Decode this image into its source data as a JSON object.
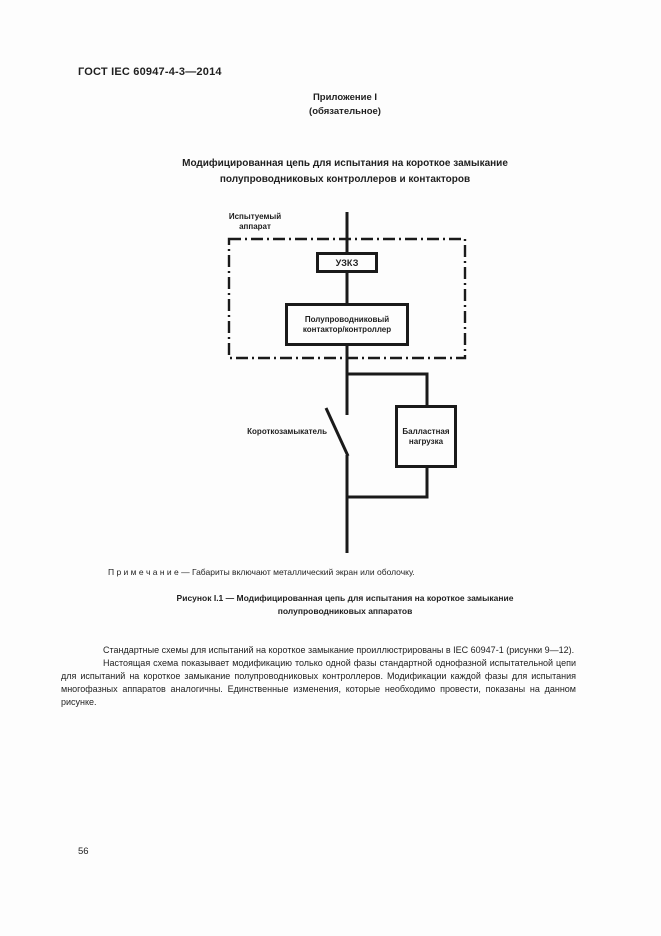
{
  "page": {
    "header_code": "ГОСТ IEC 60947-4-3—2014",
    "page_number": "56"
  },
  "appendix": {
    "heading": "Приложение I\n(обязательное)"
  },
  "title": "Модифицированная цепь для испытания на короткое замыкание\nполупроводниковых контроллеров и контакторов",
  "diagram": {
    "device_under_test_label": "Испытуемый\nаппарат",
    "uzkz_box_label": "УЗКЗ",
    "semiconductor_box_label": "Полупроводниковый\nконтактор/контроллер",
    "short_circuiter_label": "Короткозамыкатель",
    "ballast_box_label": "Балластная\nнагрузка",
    "line_color": "#1a1a1a"
  },
  "note": "П р и м е ч а н и е — Габариты включают металлический экран или оболочку.",
  "figure_caption": "Рисунок I.1 — Модифицированная цепь для испытания на короткое замыкание\nполупроводниковых аппаратов",
  "paragraphs": [
    "Стандартные схемы для испытаний на короткое замыкание проиллюстрированы в IEC 60947-1 (рисунки 9—12).",
    "Настоящая схема показывает модификацию только одной фазы стандартной однофазной испытательной цепи для испытаний на короткое замыкание полупроводниковых контроллеров. Модификации каждой фазы для испытания многофазных аппаратов аналогичны. Единственные изменения, которые необходимо провести, показаны на данном рисунке."
  ]
}
